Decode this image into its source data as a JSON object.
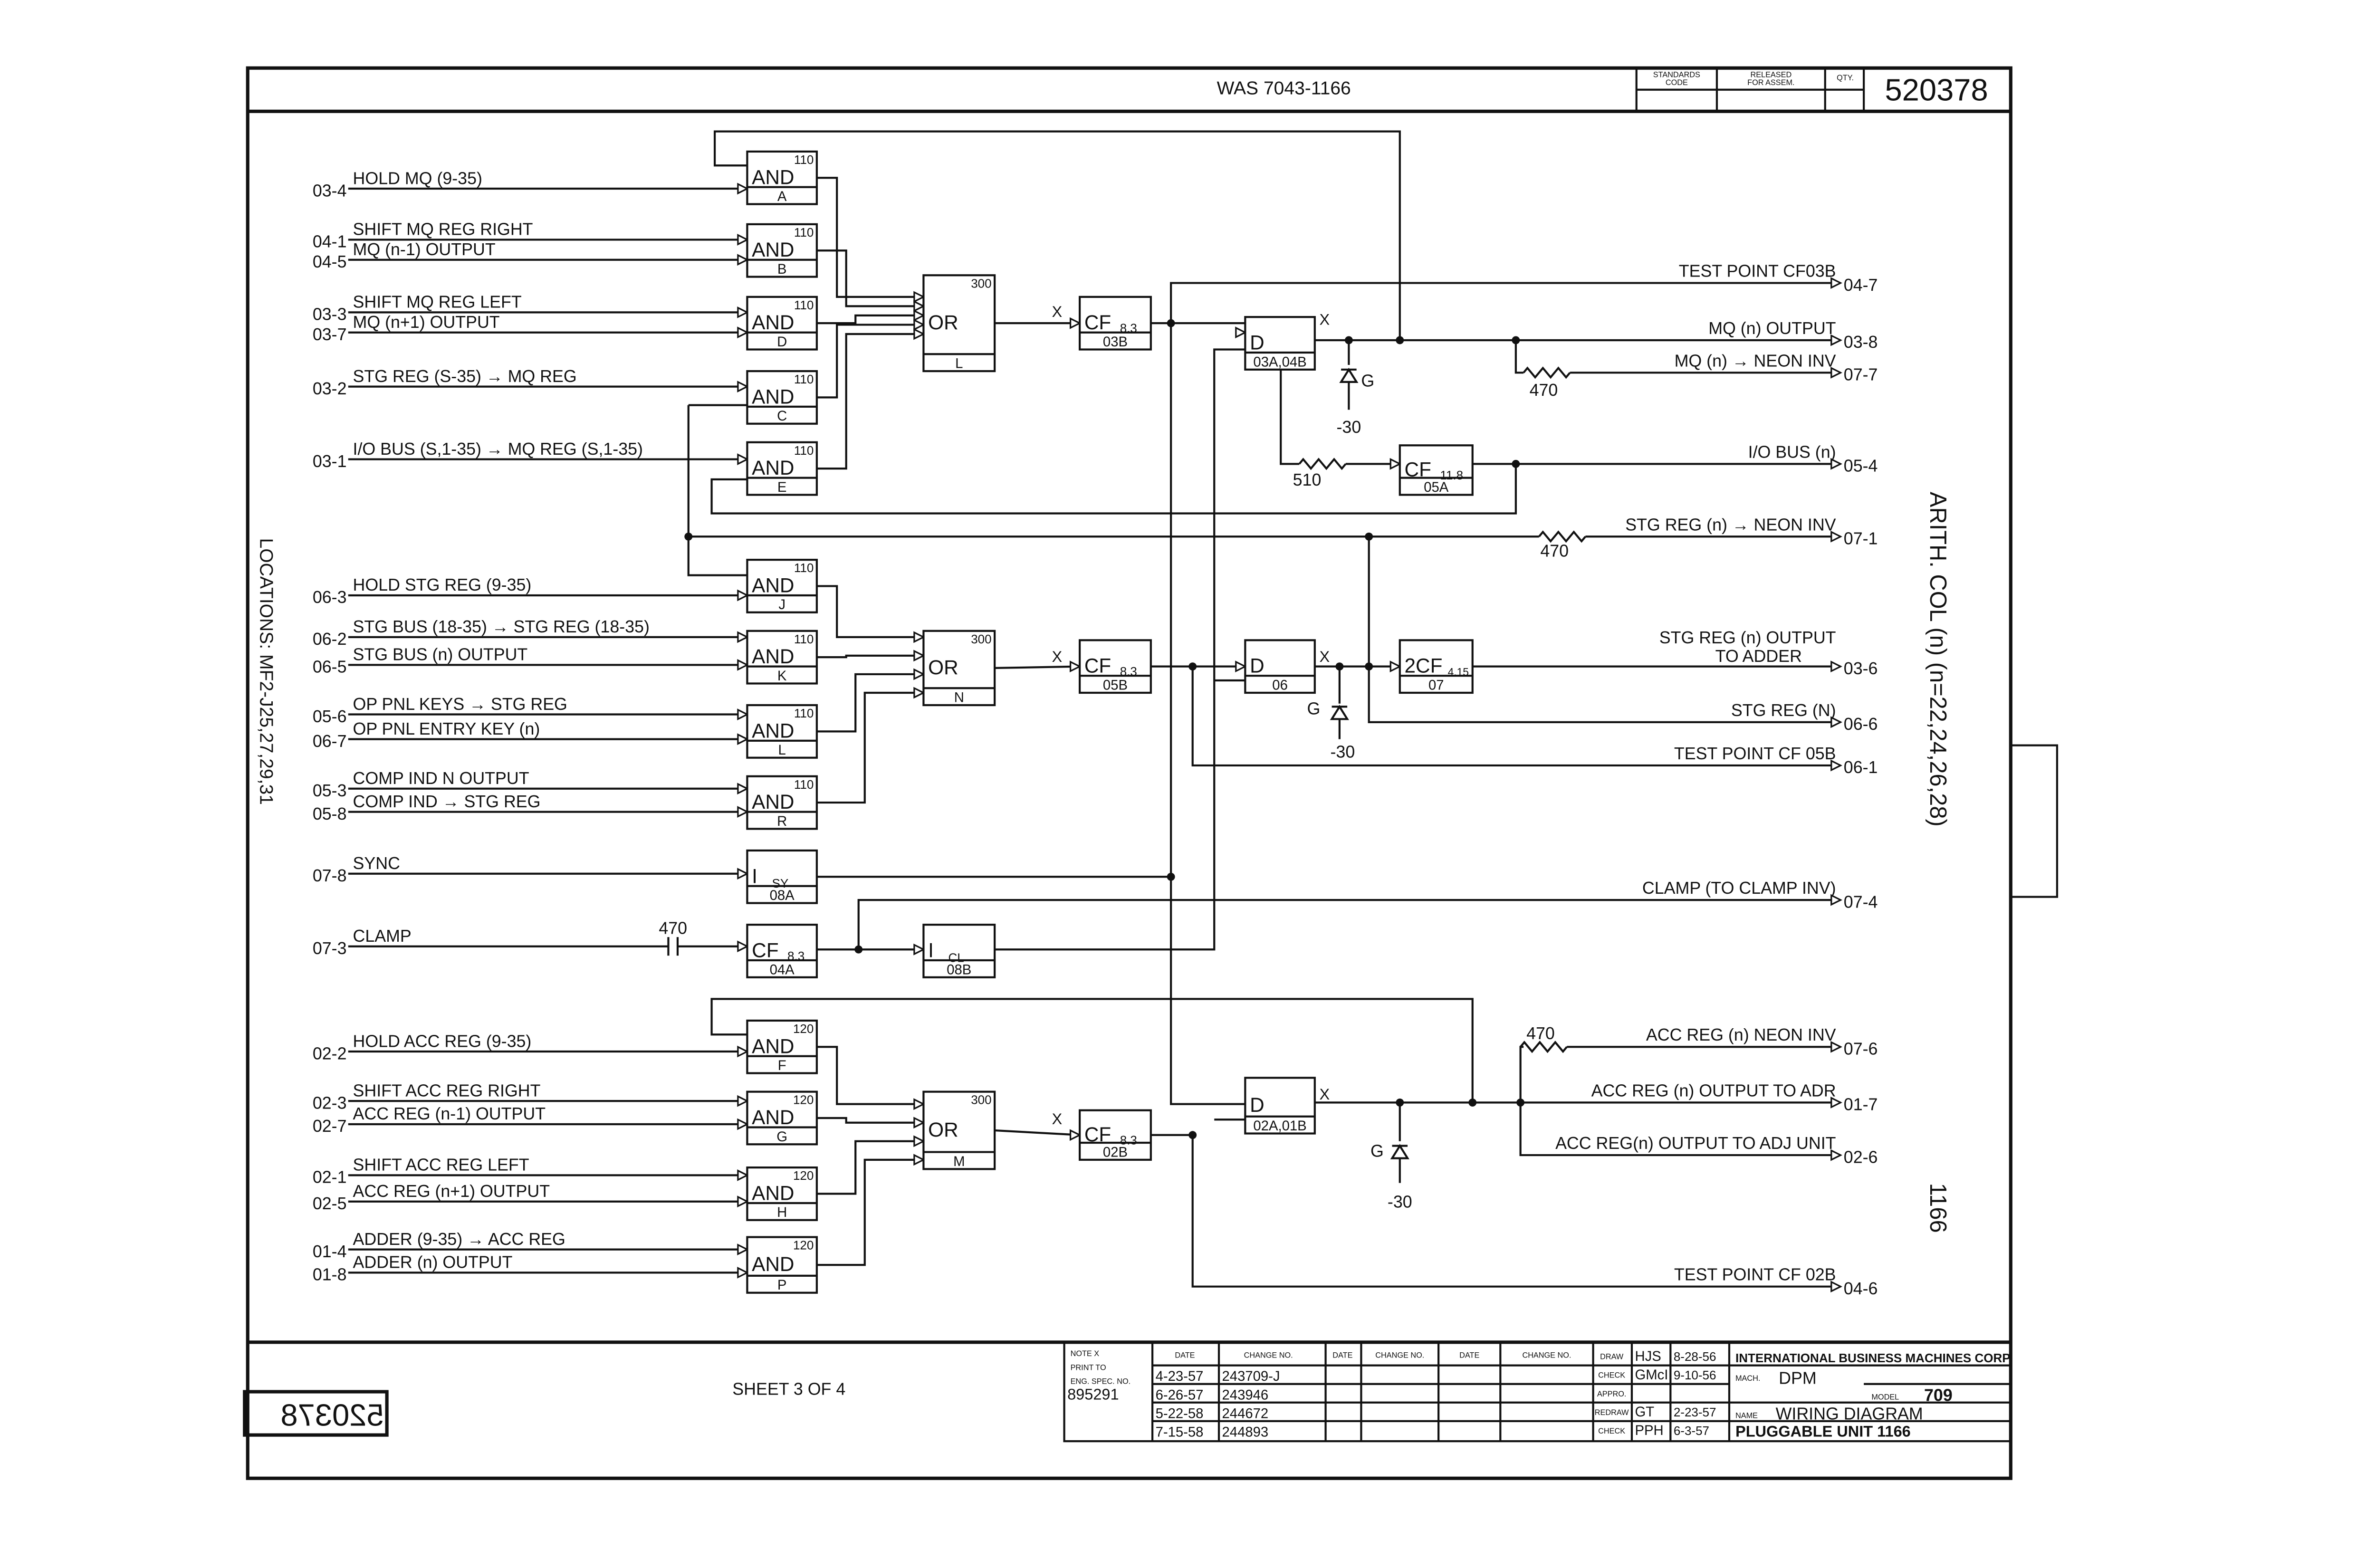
{
  "header": {
    "was": "WAS 7043-1166",
    "standards_code_1": "STANDARDS",
    "standards_code_2": "CODE",
    "released_1": "RELEASED",
    "released_2": "FOR ASSEM.",
    "qty": "QTY.",
    "drawing_no": "520378"
  },
  "side": {
    "locations": "LOCATIONS: MF2-J25,27,29,31",
    "arith": "ARITH. COL (n) (n=22,24,26,28)",
    "unit": "1166",
    "mirrored_no": "520378"
  },
  "inputs": [
    {
      "pin": "03-4",
      "label": "HOLD MQ (9-35)"
    },
    {
      "pin": "04-1",
      "label": "SHIFT MQ REG RIGHT"
    },
    {
      "pin": "04-5",
      "label": "MQ (n-1) OUTPUT"
    },
    {
      "pin": "03-3",
      "label": "SHIFT MQ REG LEFT"
    },
    {
      "pin": "03-7",
      "label": "MQ (n+1) OUTPUT"
    },
    {
      "pin": "03-2",
      "label": "STG REG (S-35) → MQ REG"
    },
    {
      "pin": "03-1",
      "label": "I/O BUS (S,1-35) → MQ REG (S,1-35)"
    },
    {
      "pin": "06-3",
      "label": "HOLD STG REG (9-35)"
    },
    {
      "pin": "06-2",
      "label": "STG BUS (18-35) → STG REG (18-35)"
    },
    {
      "pin": "06-5",
      "label": "STG BUS (n) OUTPUT"
    },
    {
      "pin": "05-6",
      "label": "OP PNL KEYS → STG REG"
    },
    {
      "pin": "06-7",
      "label": "OP PNL ENTRY KEY (n)"
    },
    {
      "pin": "05-3",
      "label": "COMP IND N OUTPUT"
    },
    {
      "pin": "05-8",
      "label": "COMP IND → STG REG"
    },
    {
      "pin": "07-8",
      "label": "SYNC"
    },
    {
      "pin": "07-3",
      "label": "CLAMP"
    },
    {
      "pin": "02-2",
      "label": "HOLD ACC REG (9-35)"
    },
    {
      "pin": "02-3",
      "label": "SHIFT ACC REG RIGHT"
    },
    {
      "pin": "02-7",
      "label": "ACC REG (n-1) OUTPUT"
    },
    {
      "pin": "02-1",
      "label": "SHIFT ACC REG LEFT"
    },
    {
      "pin": "02-5",
      "label": "ACC REG (n+1) OUTPUT"
    },
    {
      "pin": "01-4",
      "label": "ADDER (9-35) → ACC REG"
    },
    {
      "pin": "01-8",
      "label": "ADDER (n) OUTPUT"
    }
  ],
  "gates": [
    {
      "type": "AND",
      "num": "110",
      "id": "A"
    },
    {
      "type": "AND",
      "num": "110",
      "id": "B"
    },
    {
      "type": "AND",
      "num": "110",
      "id": "D"
    },
    {
      "type": "AND",
      "num": "110",
      "id": "C"
    },
    {
      "type": "AND",
      "num": "110",
      "id": "E"
    },
    {
      "type": "AND",
      "num": "110",
      "id": "J"
    },
    {
      "type": "AND",
      "num": "110",
      "id": "K"
    },
    {
      "type": "AND",
      "num": "110",
      "id": "L"
    },
    {
      "type": "AND",
      "num": "110",
      "id": "R"
    },
    {
      "type": "AND",
      "num": "120",
      "id": "F"
    },
    {
      "type": "AND",
      "num": "120",
      "id": "G"
    },
    {
      "type": "AND",
      "num": "120",
      "id": "H"
    },
    {
      "type": "AND",
      "num": "120",
      "id": "P"
    },
    {
      "type": "OR",
      "num": "300",
      "id": "L"
    },
    {
      "type": "OR",
      "num": "300",
      "id": "N"
    },
    {
      "type": "OR",
      "num": "300",
      "id": "M"
    },
    {
      "type": "CF",
      "num": "8.3",
      "id": "03B"
    },
    {
      "type": "CF",
      "num": "8.3",
      "id": "05B"
    },
    {
      "type": "CF",
      "num": "8.3",
      "id": "02B"
    },
    {
      "type": "D",
      "num": "",
      "id": "03A,04B"
    },
    {
      "type": "D",
      "num": "",
      "id": "06"
    },
    {
      "type": "D",
      "num": "",
      "id": "02A,01B"
    },
    {
      "type": "CF",
      "num": "11.8",
      "id": "05A"
    },
    {
      "type": "2CF",
      "num": "4.15",
      "id": "07"
    },
    {
      "type": "I",
      "num": "SY",
      "id": "08A"
    },
    {
      "type": "CF",
      "num": "8.3",
      "id": "04A"
    },
    {
      "type": "I",
      "num": "CL",
      "id": "08B"
    }
  ],
  "outputs": [
    {
      "label": "TEST POINT CF03B",
      "pin": "04-7"
    },
    {
      "label": "MQ (n) OUTPUT",
      "pin": "03-8"
    },
    {
      "label": "MQ (n) → NEON INV",
      "pin": "07-7"
    },
    {
      "label": "I/O BUS (n)",
      "pin": "05-4"
    },
    {
      "label": "STG REG (n) → NEON INV",
      "pin": "07-1"
    },
    {
      "label": "STG REG (n) OUTPUT",
      "label2": "TO ADDER",
      "pin": "03-6"
    },
    {
      "label": "STG REG (N)",
      "pin": "06-6"
    },
    {
      "label": "TEST POINT CF 05B",
      "pin": "06-1"
    },
    {
      "label": "CLAMP (TO CLAMP INV)",
      "pin": "07-4"
    },
    {
      "label": "ACC REG (n) NEON INV",
      "pin": "07-6"
    },
    {
      "label": "ACC REG (n) OUTPUT TO ADR",
      "pin": "01-7"
    },
    {
      "label": "ACC REG(n) OUTPUT TO ADJ UNIT",
      "pin": "02-6"
    },
    {
      "label": "TEST POINT CF 02B",
      "pin": "04-6"
    }
  ],
  "components": {
    "x_mark": "X",
    "ground": "G",
    "neg30": "-30",
    "r470": "470",
    "r510": "510",
    "c470": "470"
  },
  "footer": {
    "sheet": "SHEET 3 OF 4",
    "note_x": "NOTE X",
    "print_to": "PRINT TO",
    "eng_spec": "ENG. SPEC. NO.",
    "eng_spec_no": "895291",
    "col_date": "DATE",
    "col_change": "CHANGE NO.",
    "changes": [
      {
        "date": "4-23-57",
        "change": "243709-J"
      },
      {
        "date": "6-26-57",
        "change": "243946"
      },
      {
        "date": "5-22-58",
        "change": "244672"
      },
      {
        "date": "7-15-58",
        "change": "244893"
      }
    ],
    "signoffs": [
      {
        "role": "DRAW",
        "by": "HJS",
        "date": "8-28-56"
      },
      {
        "role": "CHECK",
        "by": "GMcI",
        "date": "9-10-56"
      },
      {
        "role": "APPRO.",
        "by": "",
        "date": ""
      },
      {
        "role": "REDRAW",
        "by": "GT",
        "date": "2-23-57"
      },
      {
        "role": "CHECK",
        "by": "PPH",
        "date": "6-3-57"
      }
    ],
    "company": "INTERNATIONAL BUSINESS MACHINES CORP.",
    "mach_label": "MACH.",
    "mach": "DPM",
    "model_label": "MODEL",
    "model": "709",
    "name_label": "NAME",
    "name": "WIRING DIAGRAM",
    "unit": "PLUGGABLE UNIT 1166"
  }
}
